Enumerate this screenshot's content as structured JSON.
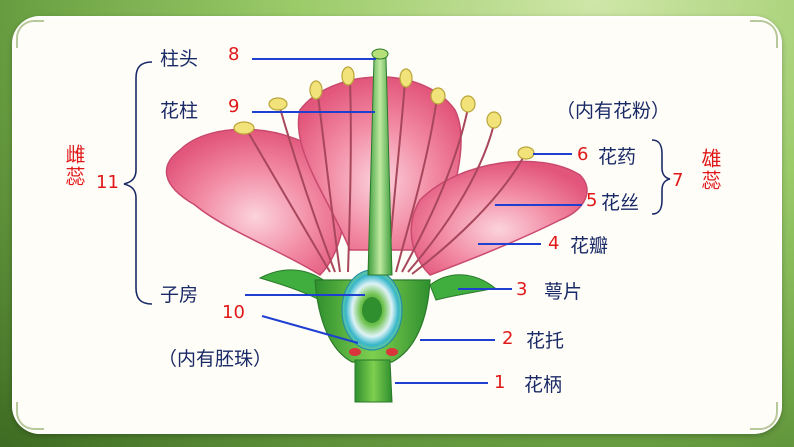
{
  "labels": {
    "stigma": "柱头",
    "style": "花柱",
    "pistil": "雌蕊",
    "ovary": "子房",
    "ovule_note": "（内有胚珠）",
    "pollen_note": "（内有花粉）",
    "anther": "花药",
    "stamen": "雄蕊",
    "filament": "花丝",
    "petal": "花瓣",
    "sepal": "萼片",
    "receptacle": "花托",
    "stalk": "花柄"
  },
  "numbers": {
    "stigma": "8",
    "style": "9",
    "pistil": "11",
    "ovule": "10",
    "anther": "6",
    "stamen": "7",
    "filament": "5",
    "petal": "4",
    "sepal": "3",
    "receptacle": "2",
    "stalk": "1"
  },
  "colors": {
    "leader_line": "#1f3fd0",
    "number_red": "#e01818",
    "label_navy": "#1a2a66",
    "petal_pink": "#ee6f8f",
    "sepal_green": "#3caa3c",
    "anther_yellow": "#f1e27a"
  }
}
